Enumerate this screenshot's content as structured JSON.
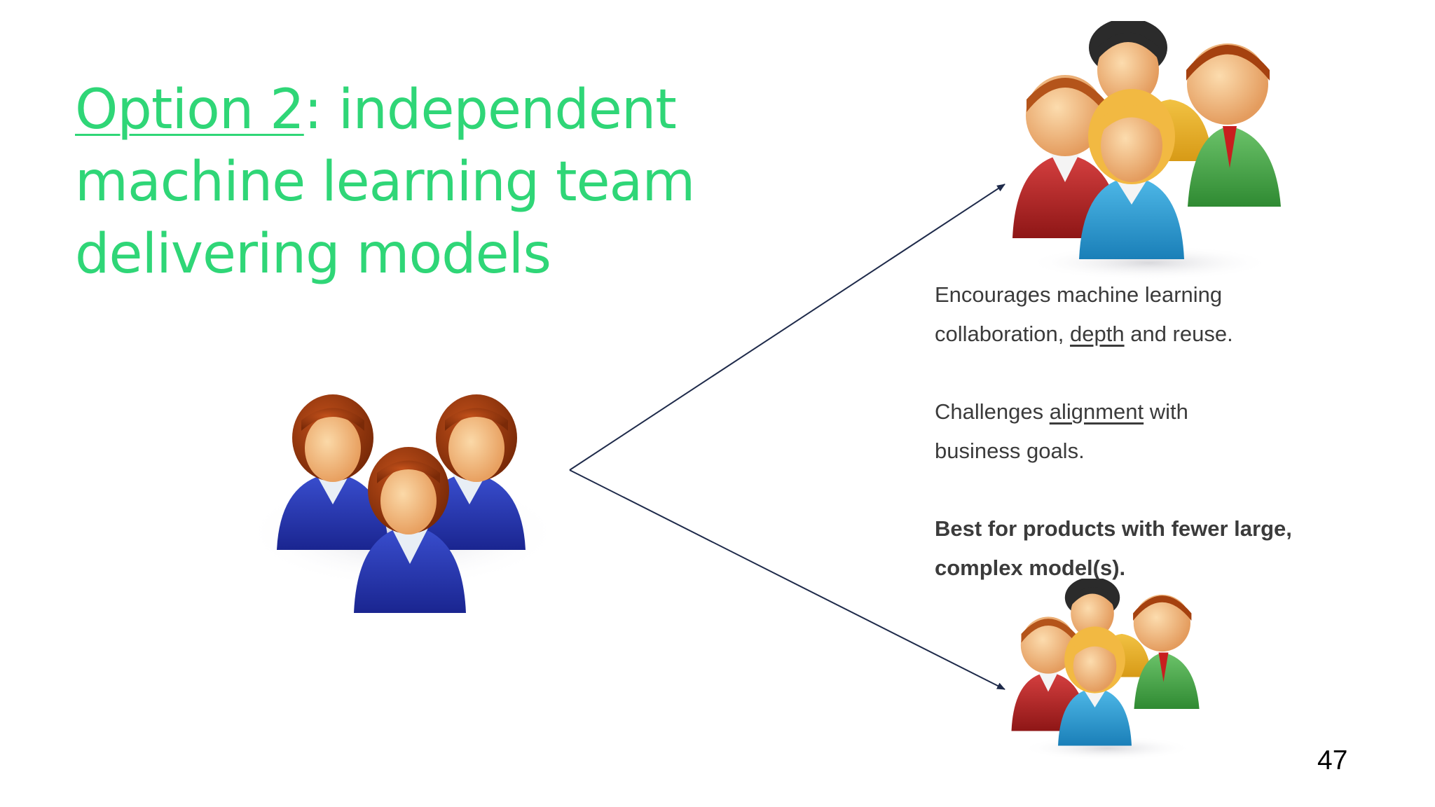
{
  "slide": {
    "title_link": "Option 2",
    "title_rest": ": independent machine learning team delivering models",
    "paragraph1": {
      "line1": "Encourages machine learning",
      "line2_before": "collaboration, ",
      "line2_link": "depth",
      "line2_after": " and reuse."
    },
    "paragraph2": {
      "line1_before": "Challenges ",
      "line1_link": "alignment",
      "line1_after": " with",
      "line2": "business goals."
    },
    "paragraph3": {
      "line1": "Best for products with fewer large,",
      "line2": "complex model(s)."
    },
    "page_number": "47"
  },
  "colors": {
    "title": "#2fd677",
    "body_text": "#3b3b3b",
    "arrow": "#1e2a4a"
  },
  "icons": [
    "team-of-three-blue-icon",
    "large-team-group-icon",
    "small-team-group-icon"
  ]
}
